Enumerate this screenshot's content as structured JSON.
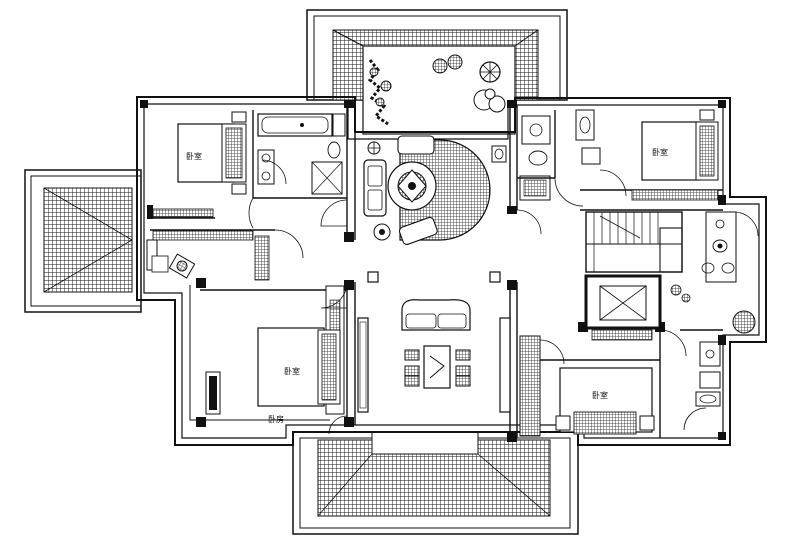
{
  "plan": {
    "labels": {
      "bedroom_nw": "卧室",
      "bedroom_ne": "卧室",
      "bedroom_sw": "卧室",
      "bedroom_se": "卧室",
      "sw_small_text": "卧房"
    }
  },
  "colors": {
    "line": "#111111",
    "wall": "#111111",
    "paper": "#ffffff"
  }
}
